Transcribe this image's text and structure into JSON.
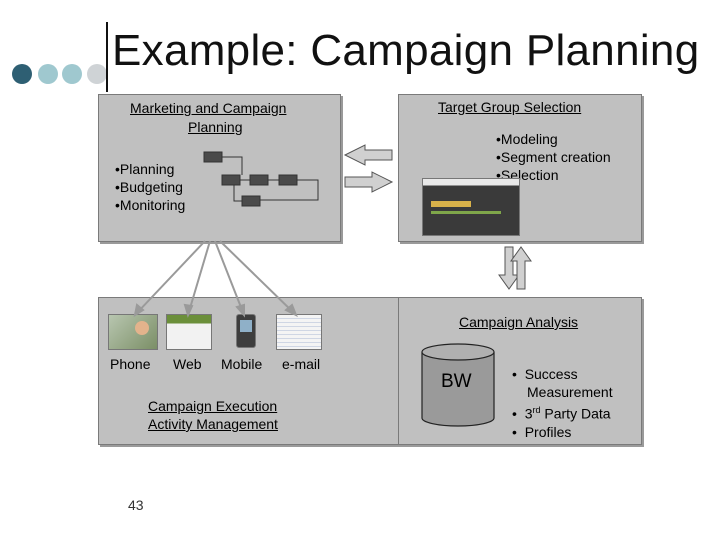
{
  "slide": {
    "title": "Example: Campaign Planning",
    "page_number": "43",
    "colors": {
      "dot_dark": "#2e5f73",
      "dot_mid": "#9fc8cf",
      "dot_light": "#cfd3d6",
      "box_fill": "#c0c0c0"
    }
  },
  "planning_box": {
    "heading_line1": "Marketing and Campaign",
    "heading_line2": "Planning",
    "items": [
      "•Planning",
      "•Budgeting",
      "•Monitoring"
    ]
  },
  "target_box": {
    "heading": "Target Group Selection",
    "items": [
      "•Modeling",
      "•Segment creation",
      "•Selection"
    ]
  },
  "execution_box": {
    "channels": [
      "Phone",
      "Web",
      "Mobile",
      "e-mail"
    ],
    "caption_line1": "Campaign Execution",
    "caption_line2": "Activity Management"
  },
  "analysis_box": {
    "heading": "Campaign Analysis",
    "db_label": "BW",
    "items": [
      "Success",
      "Measurement",
      "3",
      "rd",
      " Party Data",
      "Profiles"
    ]
  }
}
